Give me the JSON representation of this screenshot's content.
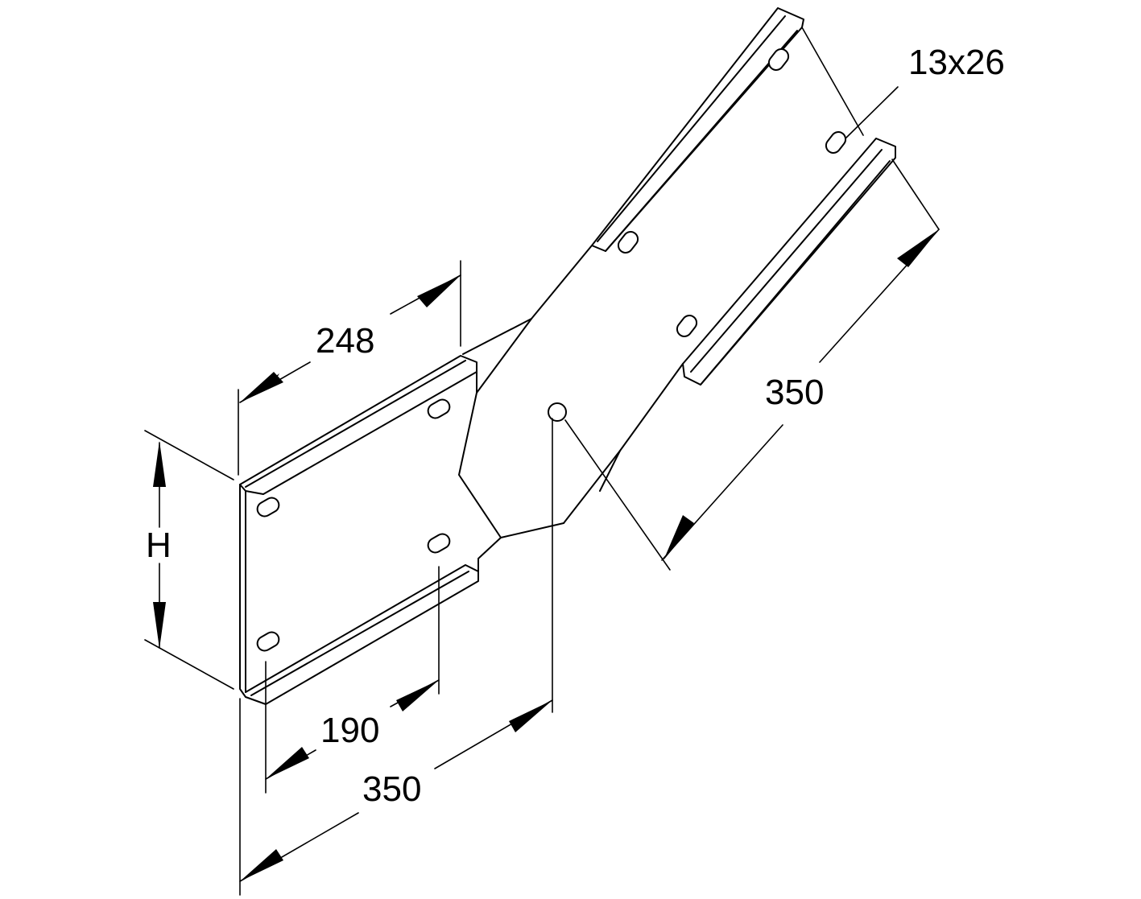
{
  "dimensions": {
    "hole_size": "13x26",
    "flange_length": "248",
    "height": "H",
    "slot_spacing": "190",
    "bottom_length": "350",
    "right_length": "350"
  }
}
